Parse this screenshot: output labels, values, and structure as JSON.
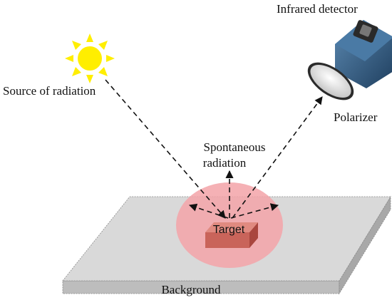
{
  "labels": {
    "detector": "Infrared detector",
    "source": "Source of radiation",
    "polarizer": "Polarizer",
    "spontaneous_line1": "Spontaneous",
    "spontaneous_line2": "radiation",
    "target": "Target",
    "background": "Background"
  },
  "colors": {
    "sun": "#ffee00",
    "plate_top": "#d9d9d9",
    "plate_front": "#bdbdbd",
    "glow": "#f3a3a8",
    "target_top": "#e08a80",
    "target_front": "#c9645a",
    "target_side": "#a9463e",
    "detector_body": "#2e5d86",
    "polarizer_rim": "#2b2b2b",
    "polarizer_glass": "#e8e8e8"
  },
  "icons": {
    "sun": "sun-icon",
    "detector": "camera-detector-icon",
    "polarizer": "polarizer-lens-icon",
    "target": "cube-target-icon"
  }
}
